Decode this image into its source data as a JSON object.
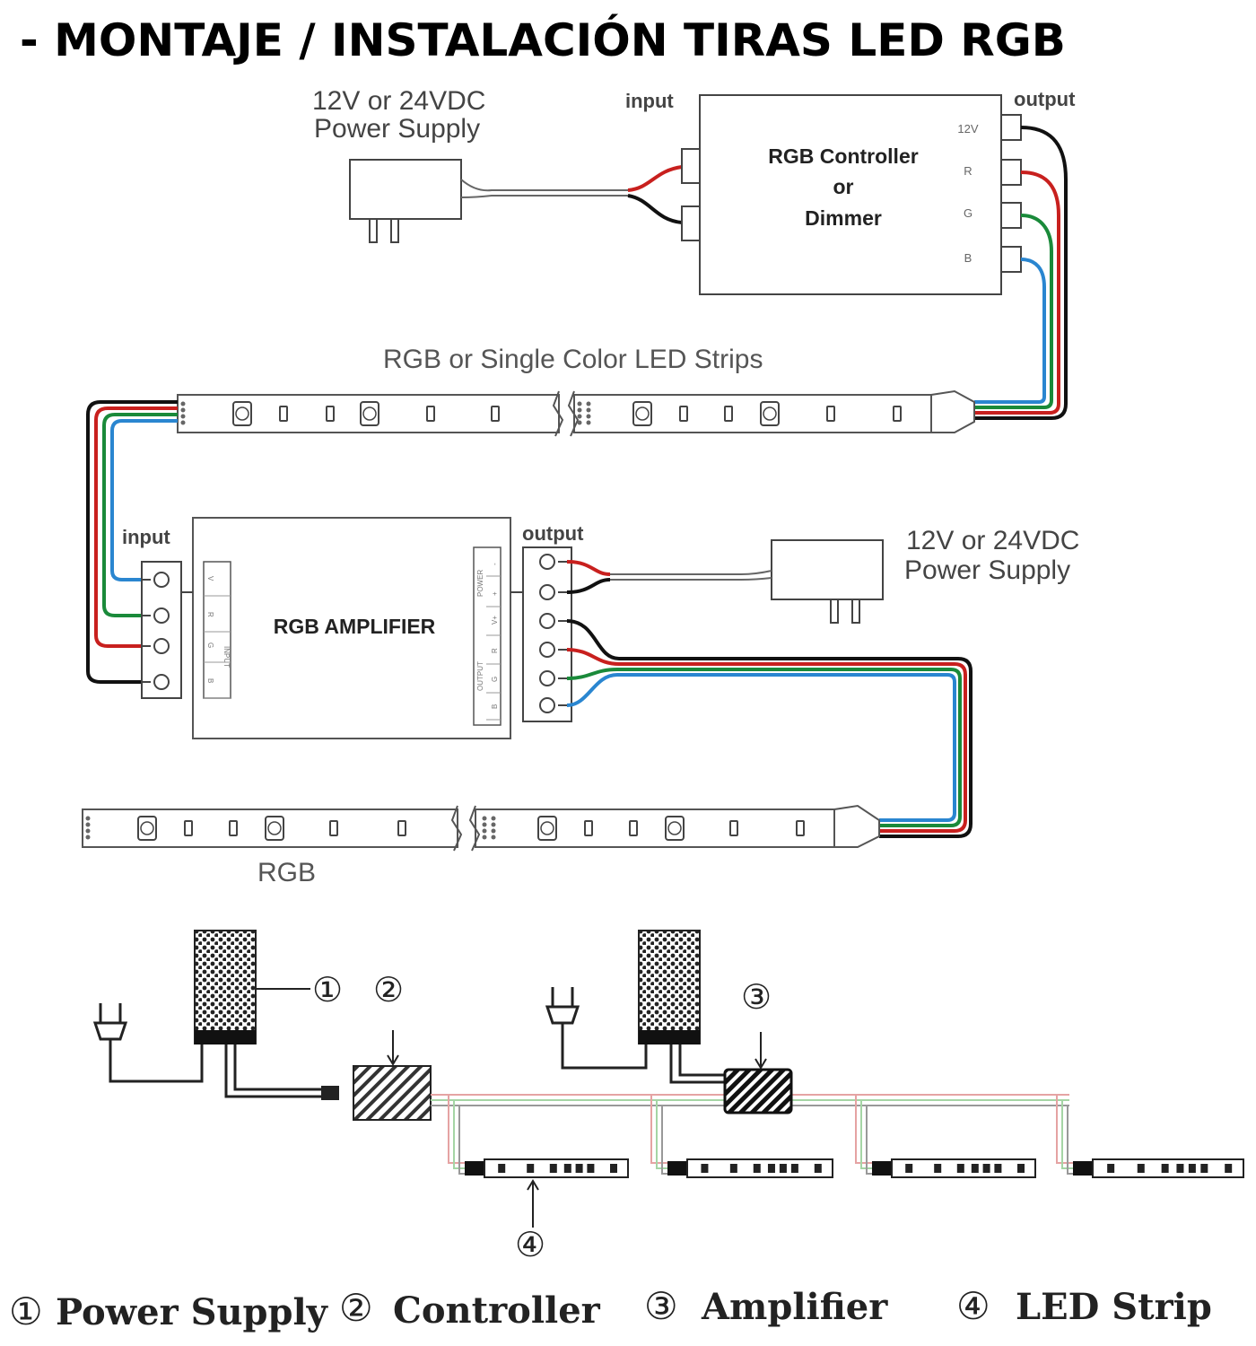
{
  "title": "- MONTAJE / INSTALACIÓN TIRAS LED RGB",
  "top_diagram": {
    "power_supply_1": {
      "line1": "12V or 24VDC",
      "line2": "Power Supply"
    },
    "controller": {
      "input_label": "input",
      "output_label": "output",
      "name_line1": "RGB Controller",
      "name_line2": "or",
      "name_line3": "Dimmer",
      "pins": [
        "12V",
        "R",
        "G",
        "B"
      ]
    },
    "strip_1_label": "RGB or Single Color LED Strips",
    "amplifier": {
      "input_label": "input",
      "output_label": "output",
      "name": "RGB AMPLIFIER",
      "input_block_pins": [
        "V",
        "R",
        "G",
        "B"
      ],
      "input_block_caption": "INPUT",
      "power_block_caption": "POWER",
      "output_block_caption": "OUTPUT",
      "power_pins": [
        "-",
        "+"
      ],
      "output_pins": [
        "V+",
        "R",
        "G",
        "B"
      ]
    },
    "power_supply_2": {
      "line1": "12V or 24VDC",
      "line2": "Power Supply"
    },
    "strip_2_label": "RGB"
  },
  "bottom_diagram": {
    "markers": [
      "①",
      "②",
      "③",
      "④"
    ],
    "legend": [
      {
        "num": "①",
        "label": "Power Supply"
      },
      {
        "num": "②",
        "label": "Controller"
      },
      {
        "num": "③",
        "label": "Amplifier"
      },
      {
        "num": "④",
        "label": "LED Strip"
      }
    ]
  },
  "colors": {
    "wire_black": "#111111",
    "wire_red": "#c8201e",
    "wire_green": "#1a8a3a",
    "wire_blue": "#2a86d0",
    "outline": "#444444",
    "label_gray": "#444444",
    "faint_red": "#e5a3a3",
    "faint_green": "#a5d5a5"
  }
}
